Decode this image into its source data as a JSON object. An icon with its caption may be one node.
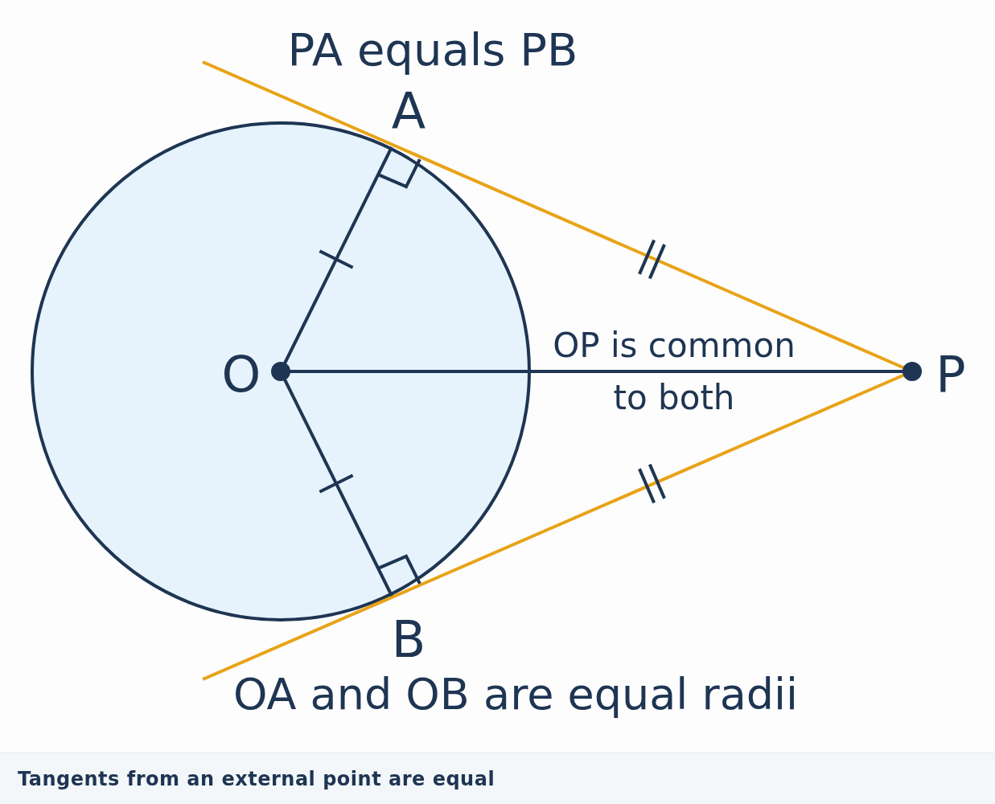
{
  "diagram": {
    "caption": "Tangents from an external point are equal",
    "labels": [
      "PA equals PB",
      "A",
      "O",
      "OP is common to both",
      "P",
      "B",
      "OA and OB are equal radii"
    ]
  }
}
